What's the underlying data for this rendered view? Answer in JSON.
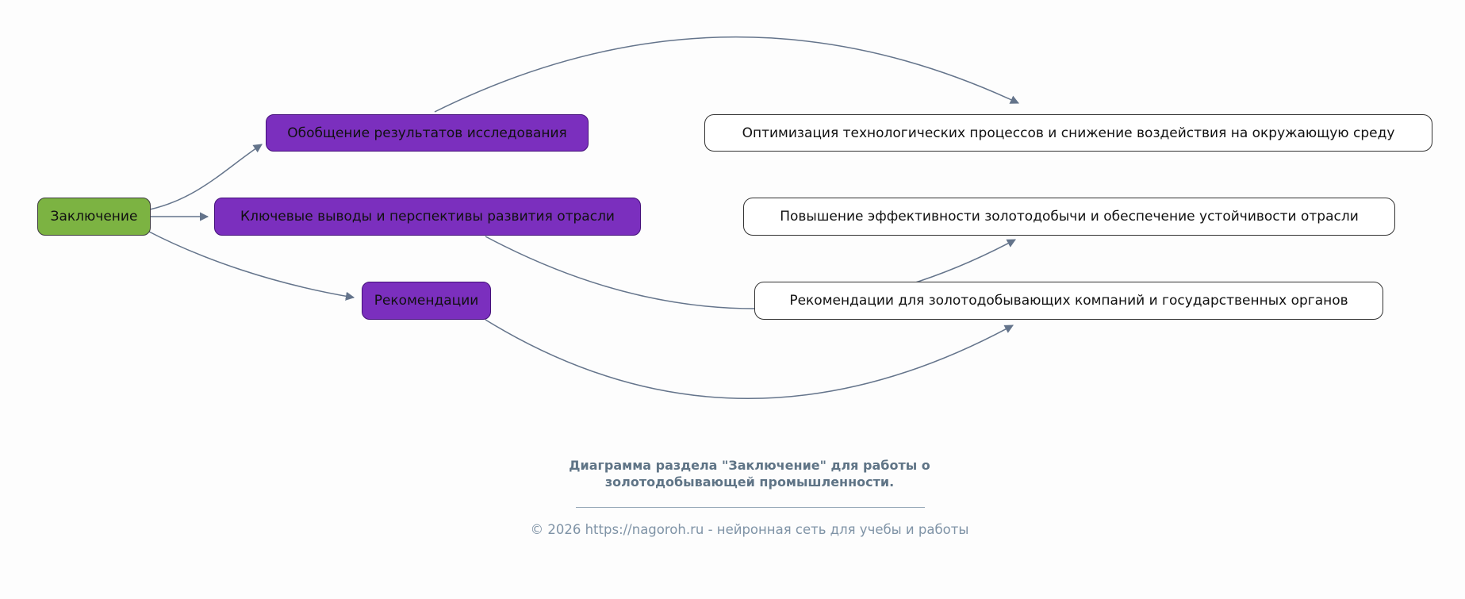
{
  "diagram": {
    "root": {
      "label": "Заключение"
    },
    "branches": [
      {
        "label": "Обобщение результатов исследования"
      },
      {
        "label": "Ключевые выводы и перспективы развития отрасли"
      },
      {
        "label": "Рекомендации"
      }
    ],
    "leaves": [
      {
        "label": "Оптимизация технологических процессов и снижение воздействия на окружающую среду"
      },
      {
        "label": "Повышение эффективности золотодобычи и обеспечение устойчивости отрасли"
      },
      {
        "label": "Рекомендации для золотодобывающих компаний и государственных органов"
      }
    ],
    "colors": {
      "root_fill": "#7cb342",
      "branch_fill": "#7b2fbe",
      "leaf_fill": "#ffffff",
      "connector": "#64748b"
    }
  },
  "footer": {
    "caption_line1": "Диаграмма раздела \"Заключение\" для работы о",
    "caption_line2": "золотодобывающей промышленности.",
    "copyright": "© 2026 https://nagoroh.ru - нейронная сеть для учебы и работы"
  }
}
